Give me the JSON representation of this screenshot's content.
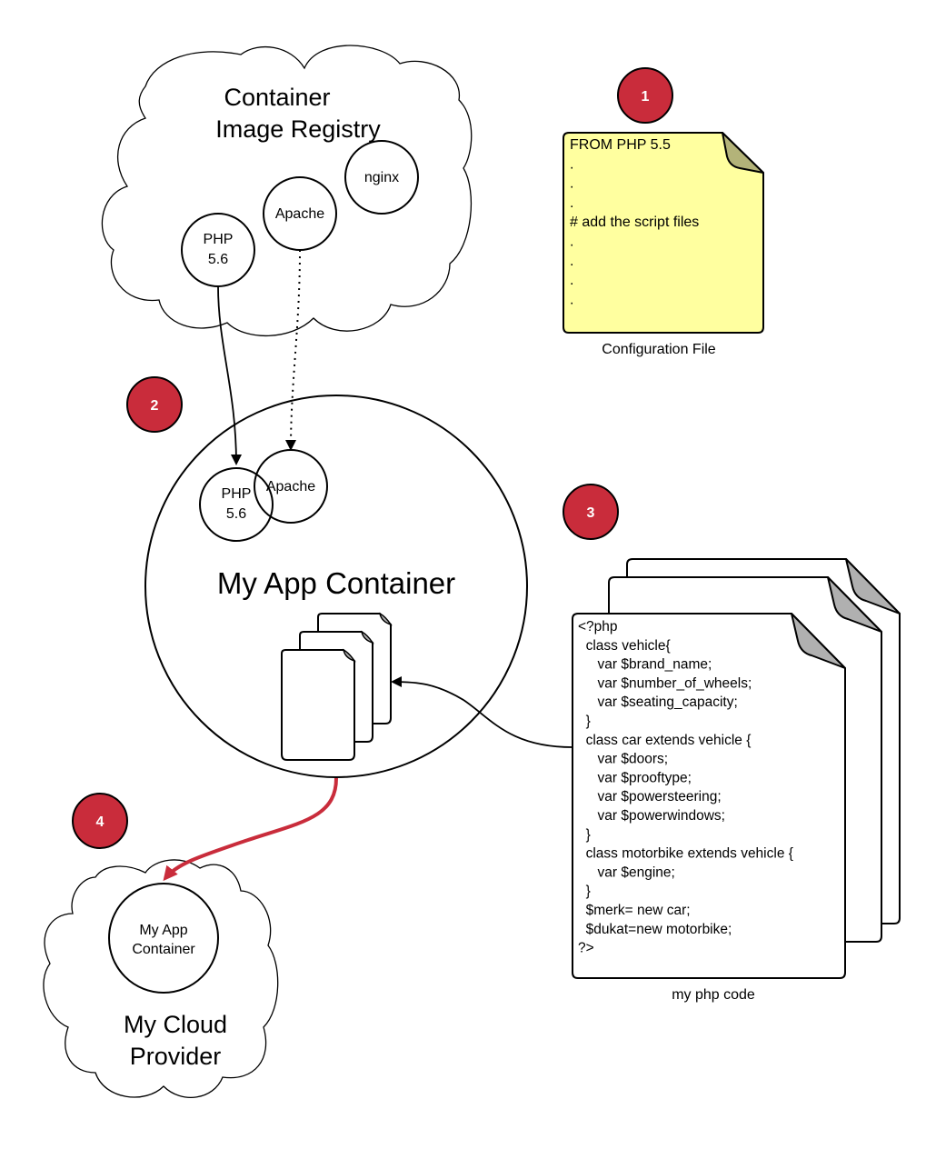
{
  "colors": {
    "badge_fill": "#c92c3b",
    "note_fill": "#ffff9f",
    "note_fold": "#b3b379",
    "page_fold": "#b0b0b0",
    "deploy_arrow": "#c92c3b",
    "line": "#000000"
  },
  "registry": {
    "title_line1": "Container",
    "title_line2": "Image Registry",
    "images": [
      {
        "label_line1": "PHP",
        "label_line2": "5.6"
      },
      {
        "label_line1": "Apache",
        "label_line2": ""
      },
      {
        "label_line1": "nginx",
        "label_line2": ""
      }
    ]
  },
  "steps": [
    {
      "number": "1"
    },
    {
      "number": "2"
    },
    {
      "number": "3"
    },
    {
      "number": "4"
    }
  ],
  "config_file": {
    "lines": [
      "FROM PHP 5.5",
      ".",
      ".",
      ".",
      "# add the script files",
      ".",
      ".",
      ".",
      "."
    ],
    "caption": "Configuration File"
  },
  "app_container": {
    "title": "My App Container",
    "layers": [
      {
        "label_line1": "PHP",
        "label_line2": "5.6"
      },
      {
        "label_line1": "Apache",
        "label_line2": ""
      }
    ]
  },
  "php_code": {
    "lines": [
      "<?php",
      "  class vehicle{",
      "     var $brand_name;",
      "     var $number_of_wheels;",
      "     var $seating_capacity;",
      "  }",
      "  class car extends vehicle {",
      "     var $doors;",
      "     var $prooftype;",
      "     var $powersteering;",
      "     var $powerwindows;",
      "  }",
      "  class motorbike extends vehicle {",
      "     var $engine;",
      "  }",
      "  $merk= new car;",
      "  $dukat=new motorbike;",
      "?>"
    ],
    "caption": "my php code"
  },
  "cloud_provider": {
    "container_line1": "My App",
    "container_line2": "Container",
    "title_line1": "My Cloud",
    "title_line2": "Provider"
  }
}
